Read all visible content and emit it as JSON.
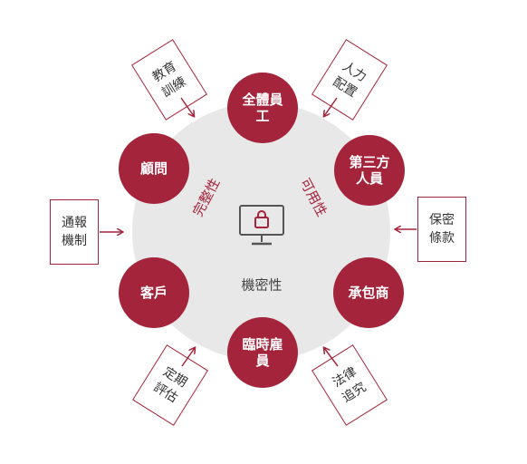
{
  "center": {
    "label": "機密性",
    "icon": "monitor-lock-icon"
  },
  "arc_labels": {
    "left": "完整性",
    "right": "可用性"
  },
  "nodes": {
    "top": "全體員工",
    "top_right": "第三方人員",
    "right": "承包商",
    "bottom": "臨時雇員",
    "left_bottom": "客戶",
    "left_top": "顧問"
  },
  "boxes": {
    "top_left": "教育訓練",
    "top_right": "人力配置",
    "right": "保密條款",
    "bottom_right": "法律追究",
    "bottom_left": "定期評估",
    "left": "通報機制"
  },
  "colors": {
    "accent": "#a4243b",
    "hub": "#e8e8e8",
    "text": "#333333"
  }
}
